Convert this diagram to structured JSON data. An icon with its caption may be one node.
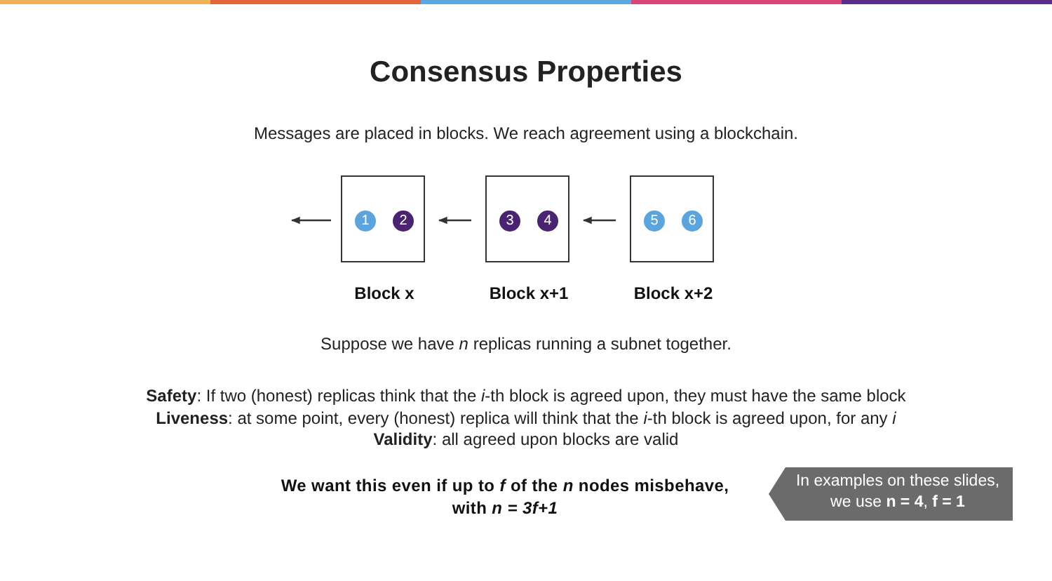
{
  "diagram": {
    "title": "Consensus Properties",
    "nodes": [
      {
        "text": [
          "Block x"
        ]
      },
      {
        "text": [
          "1"
        ],
        "in": 0
      },
      {
        "text": [
          "2"
        ],
        "in": 0
      },
      {
        "text": [
          "Block x+1"
        ]
      },
      {
        "text": [
          "3"
        ],
        "in": 3
      },
      {
        "text": [
          "4"
        ],
        "in": 3
      },
      {
        "text": [
          "Block x+2"
        ]
      },
      {
        "text": [
          "5"
        ],
        "in": 6
      },
      {
        "text": [
          "6"
        ],
        "in": 6
      },
      {
        "text": [
          "In examples on these slides, we use **n = 4**, **f = 1**"
        ]
      }
    ],
    "edges": [
      {
        "from": 6,
        "to": 3,
        "arrow": "to"
      },
      {
        "from": 3,
        "to": 0,
        "arrow": "to"
      },
      {
        "from": 0,
        "to": null,
        "arrow": "to"
      }
    ],
    "labels": [
      "Messages are placed in blocks. We reach agreement using a blockchain.",
      "Suppose we have *n* replicas running a subnet together.",
      "**Safety**: If two (honest) replicas think that the *i*-th block is agreed upon, they must have the same block",
      "**Liveness**: at some point, every (honest) replica will think that the *i*-th block is agreed upon, for any *i*",
      "**Validity**: all agreed upon blocks are valid",
      "We want this even if up to *f* of the *n* nodes misbehave, with *n = 3f+1*"
    ]
  }
}
